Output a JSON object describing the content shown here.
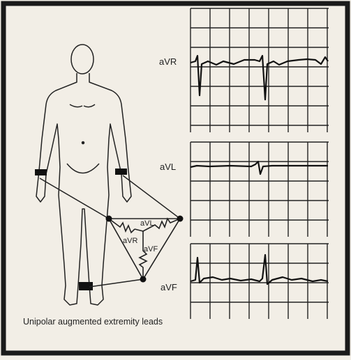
{
  "leads": {
    "avr": "aVR",
    "avl": "aVL",
    "avf": "aVF"
  },
  "triangle_labels": {
    "avl": "aVL",
    "avr": "aVR",
    "avf": "aVF"
  },
  "caption": "Unipolar augmented extremity leads",
  "colors": {
    "ink": "#222222",
    "paper": "#f2eee6",
    "border": "#1a1a1a"
  }
}
